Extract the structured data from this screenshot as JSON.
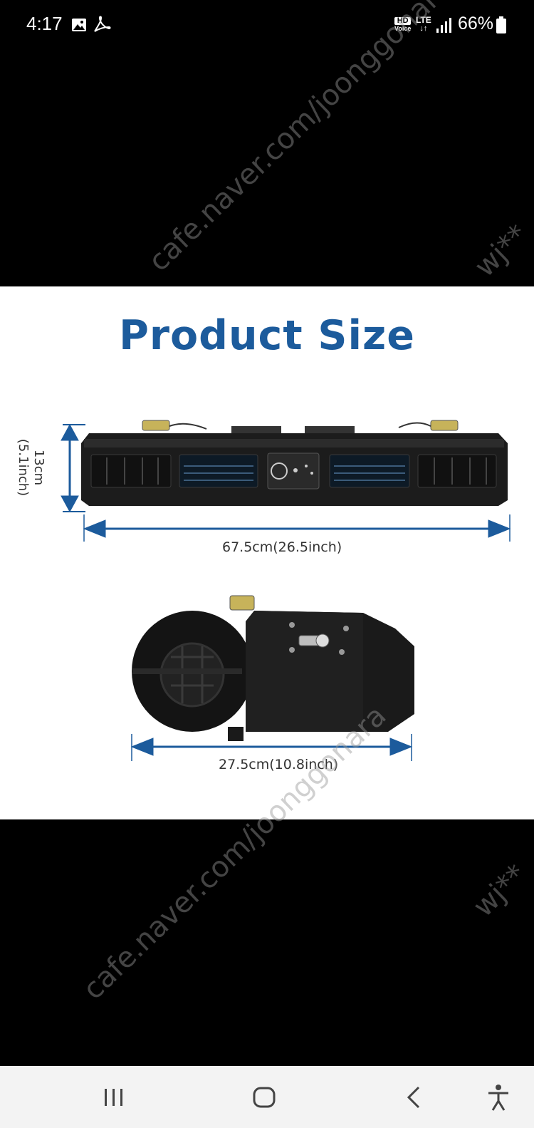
{
  "status_bar": {
    "time": "4:17",
    "network_hd": "HD",
    "network_voice": "Voice",
    "network_lte": "LTE",
    "battery": "66%",
    "icons": [
      "gallery-icon",
      "pdf-icon",
      "signal-icon",
      "battery-icon"
    ]
  },
  "product_image": {
    "title": "Product Size",
    "height_cm": "13cm",
    "height_inch": "(5.1inch)",
    "width_label": "67.5cm(26.5inch)",
    "depth_label": "27.5cm(10.8inch)",
    "colors": {
      "title": "#1c5b9c",
      "arrow": "#1c5b9c"
    }
  },
  "watermarks": {
    "site": "cafe.naver.com/joonggonara",
    "user": "wj**"
  },
  "nav_bar": {
    "icons": [
      "recent-apps-icon",
      "home-icon",
      "back-icon",
      "accessibility-icon"
    ]
  }
}
